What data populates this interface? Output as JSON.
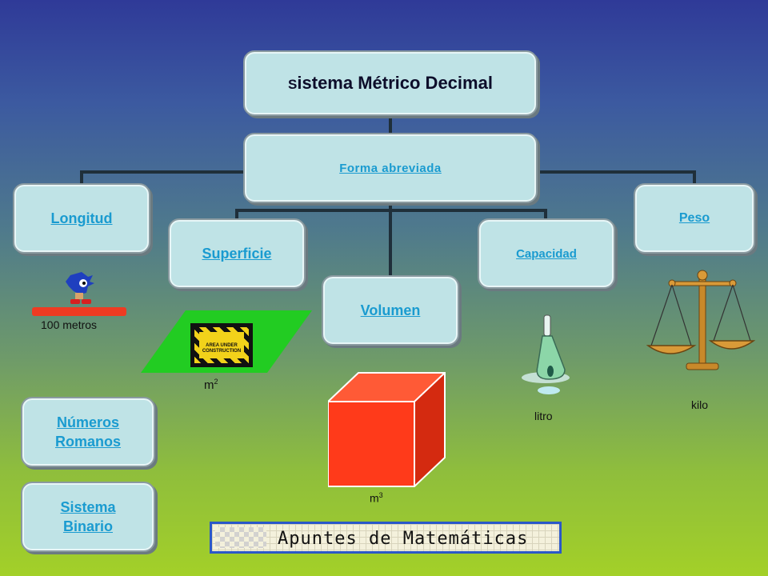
{
  "title": {
    "prefix": "S",
    "rest": "istema Métrico Decimal"
  },
  "center": {
    "label": "Forma abreviada "
  },
  "nodes": {
    "longitud": "Longitud",
    "superficie": "Superficie",
    "volumen": "Volumen",
    "capacidad": "Capacidad",
    "peso": "Peso"
  },
  "captions": {
    "longitud": "100 metros",
    "superficie_base": "m",
    "superficie_exp": "2",
    "volumen_base": "m",
    "volumen_exp": "3",
    "capacidad": "litro",
    "peso": "kilo"
  },
  "side_buttons": {
    "numeros_1": "Números",
    "numeros_2": "Romanos",
    "binario_1": "Sistema",
    "binario_2": "Binario"
  },
  "construction_sign": {
    "line1": "AREA UNDER",
    "line2": "CONSTRUCTION"
  },
  "banner": {
    "label": "Apuntes de Matemáticas"
  },
  "colors": {
    "box_fill": "#bfe3e6",
    "link": "#1a9bd0",
    "cube": "#ff3a1a",
    "parallelogram": "#22cc22",
    "bar": "#ee3b22"
  }
}
